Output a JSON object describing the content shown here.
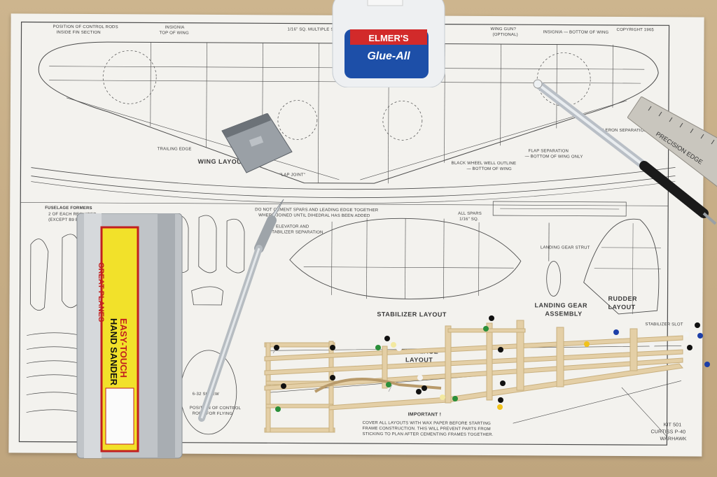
{
  "scene": {
    "plan": {
      "header_left": "POSITION OF CONTROL RODS",
      "header_left_2": "INSIDE FIN SECTION",
      "header_insignia": "INSIGNIA",
      "header_insignia_2": "TOP OF WING",
      "header_wing_slots": "1/16\" SQ. MULTIPLE SPARS",
      "header_wing_guide": "WING GUN?",
      "header_wing_guide_2": "(OPTIONAL)",
      "header_insignia_bottom": "INSIGNIA — BOTTOM OF WING",
      "header_copyright": "COPYRIGHT 1965",
      "wing_layout": "WING LAYOUT",
      "trailing_edge": "TRAILING EDGE",
      "lap_joint": "\"LAP JOINT\"",
      "wheel_well": "BLACK WHEEL WELL OUTLINE",
      "wheel_well_2": "— BOTTOM OF WING",
      "flap_sep": "FLAP SEPARATION",
      "flap_sep_2": "— BOTTOM OF WING ONLY",
      "aileron_sep": "AILERON SEPARATION",
      "fuselage_formers": "FUSELAGE FORMERS",
      "formers_count": "2 OF EACH REQUIRED",
      "formers_except": "(EXCEPT B9 B10 B11)",
      "spar_note": "DO NOT CEMENT SPARS AND LEADING EDGE TOGETHER",
      "spar_note_2": "WHERE JOINED UNTIL DIHEDRAL HAS BEEN ADDED",
      "elevator": "ELEVATOR AND",
      "elevator_2": "STABILIZER SEPARATION",
      "all_spars": "ALL SPARS",
      "all_spars_2": "1/16\" SQ.",
      "stabilizer_layout": "STABILIZER LAYOUT",
      "landing_gear": "LANDING GEAR",
      "landing_gear_2": "ASSEMBLY",
      "landing_gear_strut": "LANDING GEAR STRUT",
      "rudder_layout": "RUDDER",
      "rudder_layout_2": "LAYOUT",
      "stabilizer_slot": "STABILIZER SLOT",
      "fuselage_layout": "FUSELAGE",
      "fuselage_layout_2": "LAYOUT",
      "important": "IMPORTANT !",
      "important_note": "COVER ALL LAYOUTS WITH WAX PAPER BEFORE STARTING",
      "important_note_2": "FRAME CONSTRUCTION. THIS WILL PREVENT PARTS FROM",
      "important_note_3": "STICKING TO PLAN AFTER CEMENTING FRAMES TOGETHER.",
      "kit_number": "KIT 501",
      "kit_name": "CURTISS P-40",
      "kit_name_2": "WARHAWK",
      "screw_note": "6-32 SCREW",
      "control_note": "POSITION OF CONTROL",
      "flying_note": "RODS FOR FLYING"
    },
    "glue": {
      "brand": "ELMER'S",
      "product": "Glue-All"
    },
    "ruler": {
      "label": "PRECISION EDGE"
    },
    "sander": {
      "brand": "GREAT PLANES",
      "name_1": "EASY-TOUCH",
      "name_2": "HAND SANDER"
    },
    "colors": {
      "wood": "#c6ad86",
      "paper": "#f3f2ee",
      "balsa": "#e4cfa6",
      "sander_label": "#f2e12a",
      "sander_red": "#d23a2a",
      "glue_blue": "#1d4fa8",
      "glue_red": "#d22a2a"
    }
  }
}
